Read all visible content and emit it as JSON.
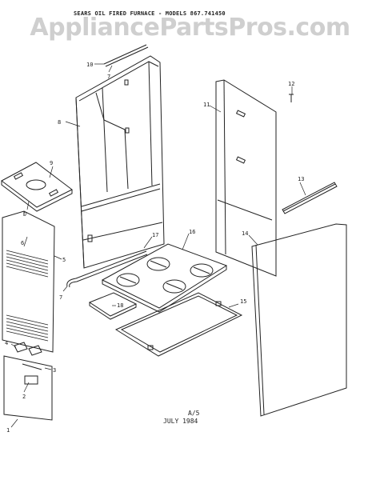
{
  "header": {
    "title": "SEARS OIL FIRED FURNACE - MODELS 867.741450",
    "watermark": "AppliancePartsPros.com"
  },
  "footer": {
    "page": "A/5",
    "date": "JULY 1984"
  },
  "callouts": [
    "1",
    "2",
    "3",
    "4",
    "5",
    "6",
    "7",
    "7",
    "8",
    "9",
    "10",
    "11",
    "12",
    "13",
    "14",
    "15",
    "16",
    "17",
    "18"
  ]
}
